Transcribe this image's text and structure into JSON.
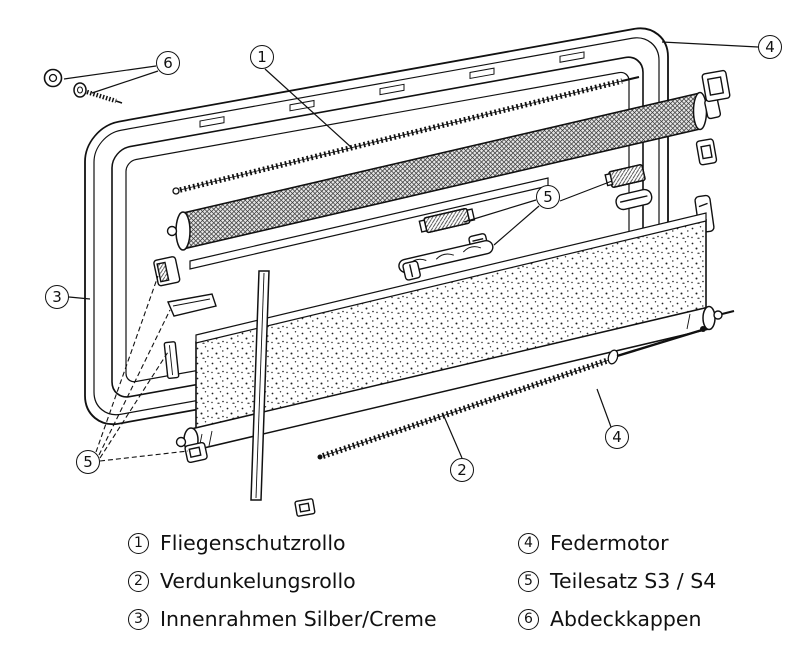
{
  "colors": {
    "line": "#111111",
    "background": "#ffffff",
    "mesh_fill": "#e6e6e6"
  },
  "callouts": {
    "c1": "1",
    "c2": "2",
    "c3": "3",
    "c4_top": "4",
    "c4_bottom": "4",
    "c5_mid": "5",
    "c5_bottom": "5",
    "c6": "6"
  },
  "legend": {
    "left": [
      {
        "num": "1",
        "label": "Fliegenschutzrollo"
      },
      {
        "num": "2",
        "label": "Verdunkelungsrollo"
      },
      {
        "num": "3",
        "label": "Innenrahmen Silber/Creme"
      }
    ],
    "right": [
      {
        "num": "4",
        "label": "Federmotor"
      },
      {
        "num": "5",
        "label": "Teilesatz S3 / S4"
      },
      {
        "num": "6",
        "label": "Abdeckkappen"
      }
    ]
  }
}
